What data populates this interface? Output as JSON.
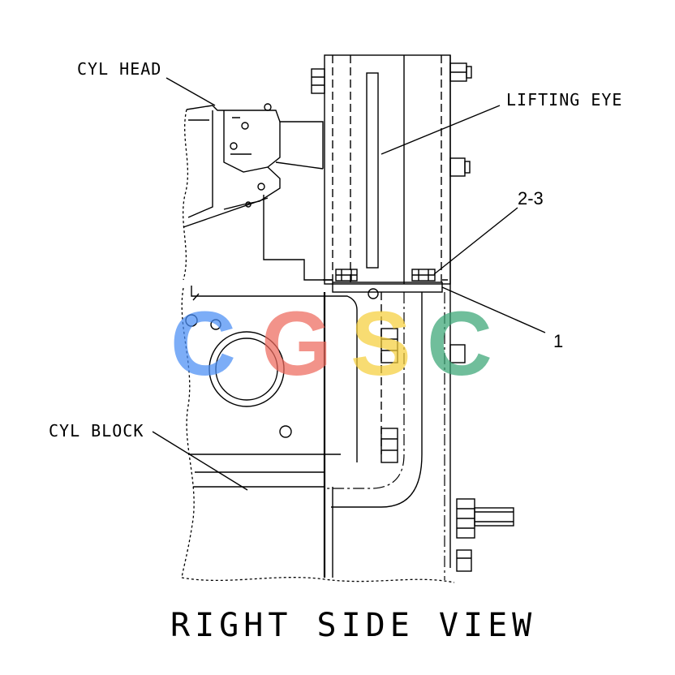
{
  "labels": {
    "cyl_head": "CYL HEAD",
    "lifting_eye": "LIFTING EYE",
    "cyl_block": "CYL BLOCK",
    "item_2_3": "2-3",
    "item_1": "1"
  },
  "title": "RIGHT SIDE VIEW",
  "watermark": {
    "letters": [
      "C",
      "G",
      "S",
      "C"
    ],
    "colors": [
      "#4a8ef5",
      "#ee6a5e",
      "#f6cf3c",
      "#3aa676"
    ]
  }
}
